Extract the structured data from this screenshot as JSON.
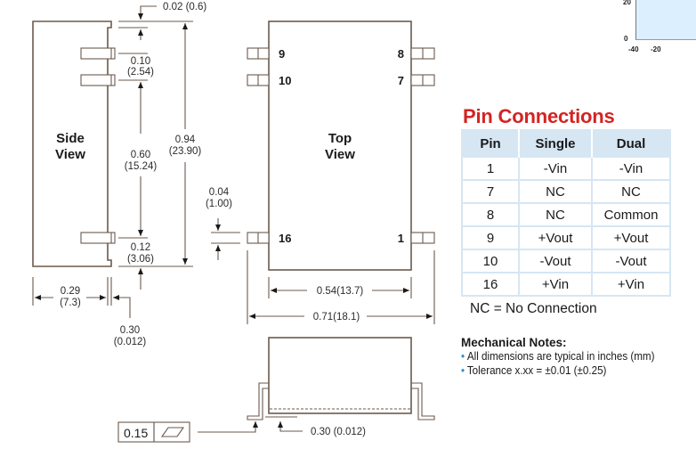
{
  "side_view": {
    "label_line1": "Side",
    "label_line2": "View",
    "dims": {
      "top_gap": "0.02 (0.6)",
      "pin_pitch_in": "0.10",
      "pin_pitch_mm": "(2.54)",
      "pin_span_in": "0.60",
      "pin_span_mm": "(15.24)",
      "height_in": "0.94",
      "height_mm": "(23.90)",
      "bottom_pin_in": "0.12",
      "bottom_pin_mm": "(3.06)",
      "width_in": "0.29",
      "width_mm": "(7.3)",
      "lead_in": "0.30",
      "lead_mm": "(0.012)"
    }
  },
  "top_view": {
    "label_line1": "Top",
    "label_line2": "View",
    "pins": {
      "p9": "9",
      "p10": "10",
      "p8": "8",
      "p7": "7",
      "p16": "16",
      "p1": "1"
    },
    "dims": {
      "pin_width_in": "0.04",
      "pin_width_mm": "(1.00)",
      "body_width": "0.54(13.7)",
      "overall_width": "0.71(18.1)"
    }
  },
  "front_view": {
    "coplanarity_value": "0.15",
    "coplanarity_symbol": "flatness-icon",
    "standoff": "0.30 (0.012)"
  },
  "pin_connections": {
    "title": "Pin Connections",
    "headers": [
      "Pin",
      "Single",
      "Dual"
    ],
    "rows": [
      [
        "1",
        "-Vin",
        "-Vin"
      ],
      [
        "7",
        "NC",
        "NC"
      ],
      [
        "8",
        "NC",
        "Common"
      ],
      [
        "9",
        "+Vout",
        "+Vout"
      ],
      [
        "10",
        "-Vout",
        "-Vout"
      ],
      [
        "16",
        "+Vin",
        "+Vin"
      ]
    ],
    "footnote": "NC = No Connection"
  },
  "mechanical_notes": {
    "title": "Mechanical Notes:",
    "items": [
      "All dimensions are typical in inches (mm)",
      "Tolerance x.xx = ±0.01 (±0.25)"
    ]
  },
  "graph_fragment": {
    "y_ticks": [
      "20",
      "0"
    ],
    "x_ticks": [
      "-40",
      "-20"
    ],
    "fill_color": "#dcefff"
  },
  "colors": {
    "title_red": "#d42322",
    "table_header_bg": "#d6e6f3",
    "bullet_blue": "#2a8fd0",
    "line_brown": "#6b5a4e"
  }
}
